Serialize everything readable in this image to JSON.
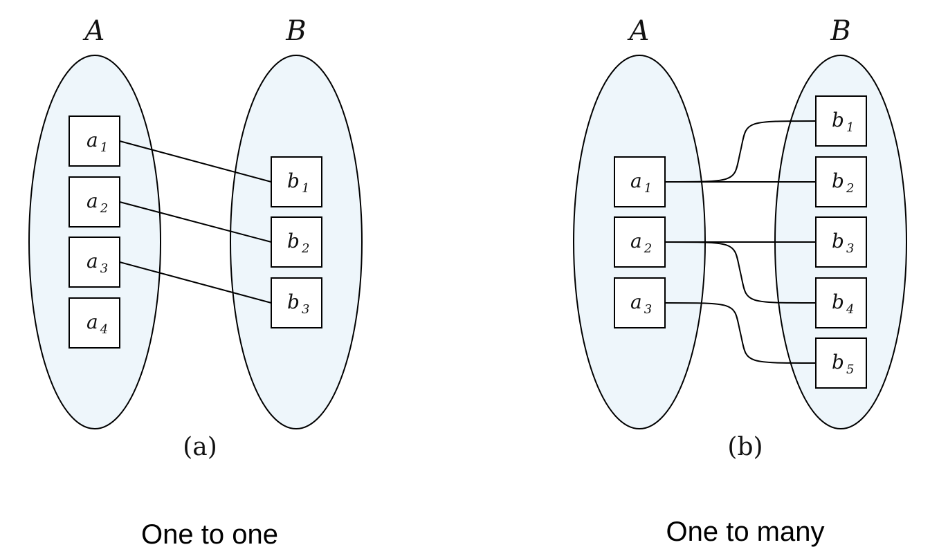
{
  "panels": [
    {
      "set_a_name": "A",
      "set_b_name": "B",
      "panel_label": "(a)",
      "caption": "One to one",
      "a_elements": [
        {
          "base": "a",
          "sub": "1"
        },
        {
          "base": "a",
          "sub": "2"
        },
        {
          "base": "a",
          "sub": "3"
        },
        {
          "base": "a",
          "sub": "4"
        }
      ],
      "b_elements": [
        {
          "base": "b",
          "sub": "1"
        },
        {
          "base": "b",
          "sub": "2"
        },
        {
          "base": "b",
          "sub": "3"
        }
      ],
      "links": [
        [
          0,
          0
        ],
        [
          1,
          1
        ],
        [
          2,
          2
        ]
      ]
    },
    {
      "set_a_name": "A",
      "set_b_name": "B",
      "panel_label": "(b)",
      "caption": "One to many",
      "a_elements": [
        {
          "base": "a",
          "sub": "1"
        },
        {
          "base": "a",
          "sub": "2"
        },
        {
          "base": "a",
          "sub": "3"
        }
      ],
      "b_elements": [
        {
          "base": "b",
          "sub": "1"
        },
        {
          "base": "b",
          "sub": "2"
        },
        {
          "base": "b",
          "sub": "3"
        },
        {
          "base": "b",
          "sub": "4"
        },
        {
          "base": "b",
          "sub": "5"
        }
      ],
      "links": [
        [
          0,
          0
        ],
        [
          0,
          1
        ],
        [
          1,
          2
        ],
        [
          1,
          3
        ],
        [
          2,
          4
        ]
      ]
    }
  ],
  "colors": {
    "set_fill": "#eef6fb",
    "stroke": "#000000",
    "box_fill": "#ffffff"
  }
}
